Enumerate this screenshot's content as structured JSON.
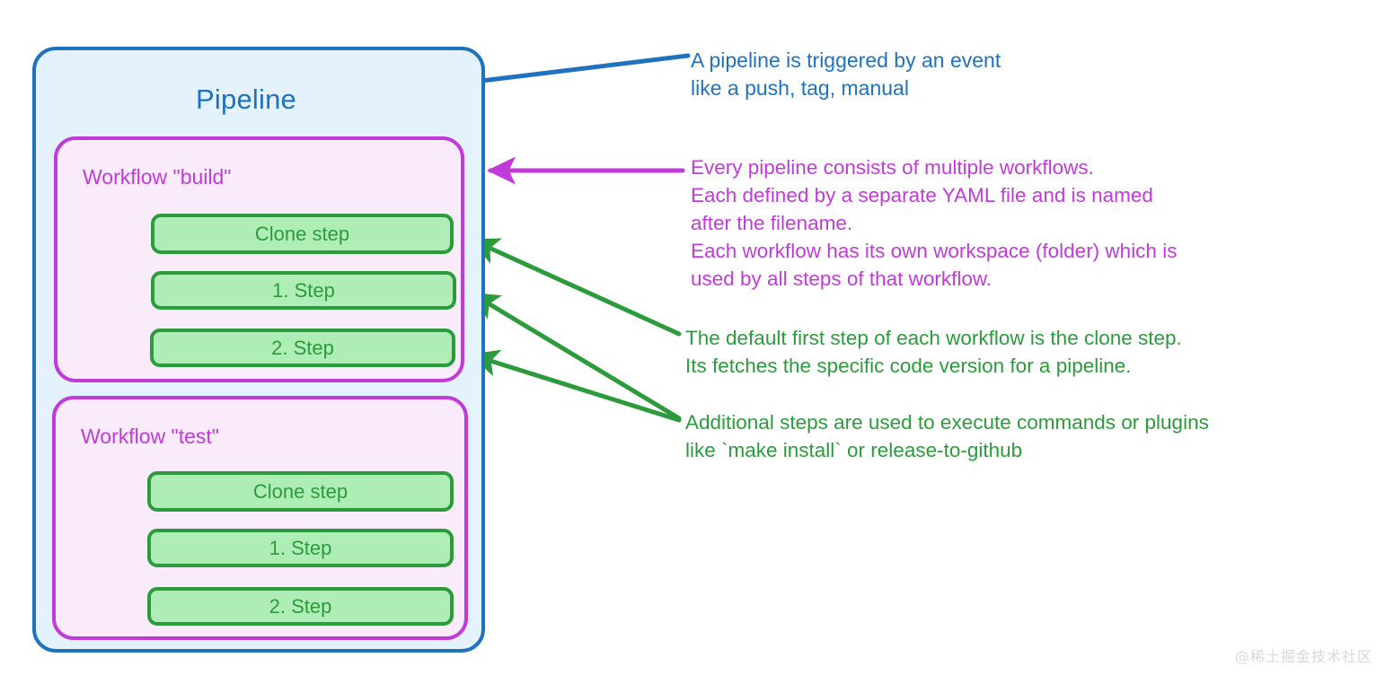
{
  "diagram": {
    "pipeline": {
      "title": "Pipeline",
      "color": "#1F72BD",
      "fill": "#E3F2FC"
    },
    "workflows": [
      {
        "title": "Workflow \"build\"",
        "color": "#C13BD8",
        "fill": "#FAEBFB",
        "steps": [
          {
            "label": "Clone step"
          },
          {
            "label": "1. Step"
          },
          {
            "label": "2. Step"
          }
        ]
      },
      {
        "title": "Workflow \"test\"",
        "color": "#C13BD8",
        "fill": "#FAEBFB",
        "steps": [
          {
            "label": "Clone step"
          },
          {
            "label": "1. Step"
          },
          {
            "label": "2. Step"
          }
        ]
      }
    ],
    "step_style": {
      "color": "#2C9B3C",
      "fill": "#AEEDB5"
    },
    "annotations": [
      {
        "id": "pipeline-note",
        "color": "#1F72BD",
        "text": "A pipeline is triggered by an event\nlike a push, tag, manual"
      },
      {
        "id": "workflow-note",
        "color": "#C13BD8",
        "text": "Every pipeline consists of multiple workflows.\nEach defined by a separate YAML file and is named\nafter the filename.\nEach workflow has its own workspace (folder) which is\nused by all steps of that workflow."
      },
      {
        "id": "clone-note",
        "color": "#2C9B3C",
        "text": "The default first step of each workflow is the clone step.\nIts fetches the specific code version for a pipeline."
      },
      {
        "id": "additional-note",
        "color": "#2C9B3C",
        "text": "Additional steps are used to execute commands or plugins\nlike `make install` or release-to-github"
      }
    ]
  },
  "watermark": {
    "text": "@稀土掘金技术社区"
  }
}
